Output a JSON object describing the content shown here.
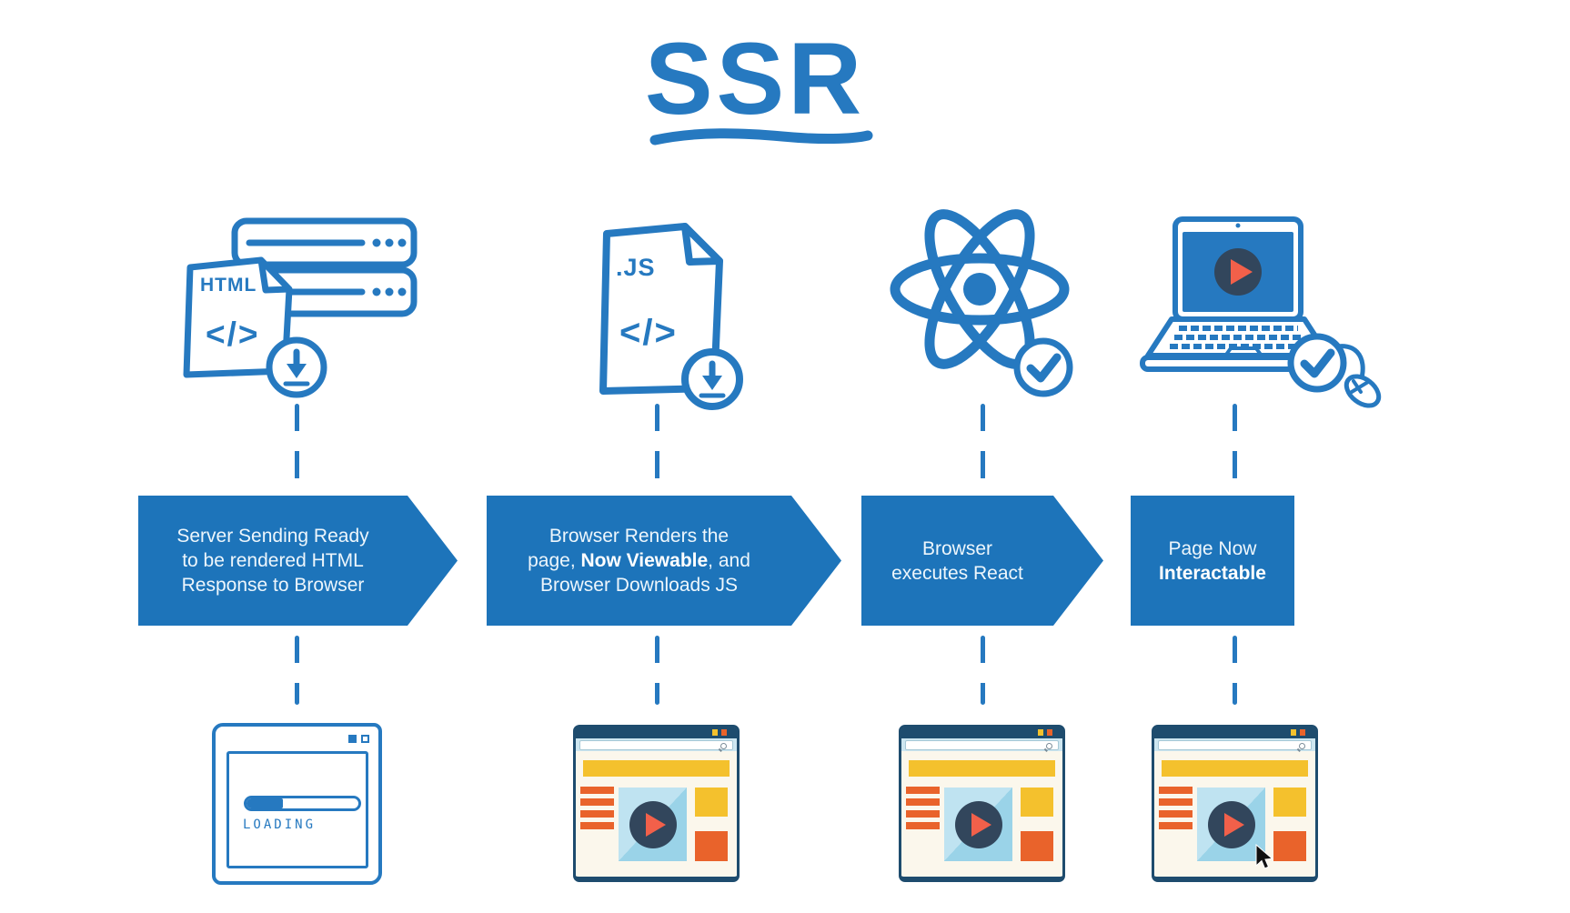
{
  "title": {
    "text": "SSR"
  },
  "colors": {
    "blue": "#2679C0",
    "box_blue": "#1D74BA",
    "navy": "#1E4C6E",
    "cream": "#FBF7EC",
    "yellow": "#F4C12D",
    "orange": "#E9632B",
    "lblue": "#9AD3E8",
    "llblue": "#BFE3F1",
    "slate": "#32465C",
    "play": "#F2604A",
    "urlstrip": "#CDE6F0",
    "white_text": "#EDF6FC"
  },
  "steps": [
    {
      "icon_name": "html-file-server-download-icon",
      "file_label": "HTML",
      "code_glyph": "</>",
      "box": {
        "lines": [
          [
            {
              "t": "Server Sending Ready"
            }
          ],
          [
            {
              "t": "to be rendered HTML"
            }
          ],
          [
            {
              "t": "Response to Browser"
            }
          ]
        ]
      },
      "window": {
        "type": "loading",
        "loading_label": "LOADING"
      }
    },
    {
      "icon_name": "js-file-download-icon",
      "file_label": ".JS",
      "code_glyph": "</>",
      "box": {
        "lines": [
          [
            {
              "t": "Browser Renders the"
            }
          ],
          [
            {
              "t": "page, "
            },
            {
              "t": "Now Viewable",
              "b": true
            },
            {
              "t": ", and"
            }
          ],
          [
            {
              "t": "Browser Downloads JS"
            }
          ]
        ]
      },
      "window": {
        "type": "rendered"
      }
    },
    {
      "icon_name": "react-logo-check-icon",
      "box": {
        "lines": [
          [
            {
              "t": "Browser"
            }
          ],
          [
            {
              "t": "executes React"
            }
          ]
        ]
      },
      "window": {
        "type": "rendered"
      }
    },
    {
      "icon_name": "laptop-play-check-mouse-icon",
      "box": {
        "lines": [
          [
            {
              "t": "Page Now"
            }
          ],
          [
            {
              "t": "Interactable",
              "b": true
            }
          ]
        ]
      },
      "window": {
        "type": "rendered",
        "cursor": true
      }
    }
  ]
}
